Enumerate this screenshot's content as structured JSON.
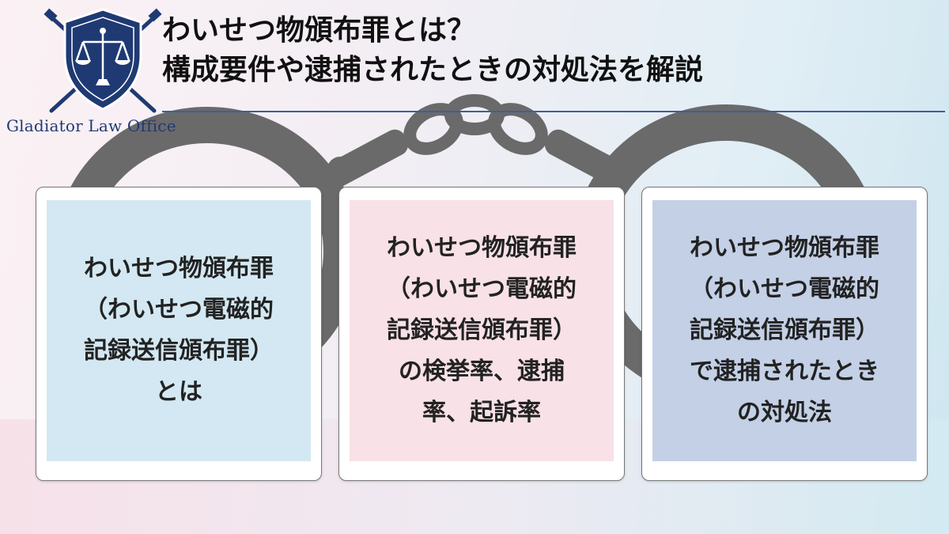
{
  "brand": {
    "name": "Gladiator Law Office"
  },
  "header": {
    "title_line1": "わいせつ物頒布罪とは？",
    "title_line2": "構成要件や逮捕されたときの対処法を解説"
  },
  "cards": [
    {
      "text": "わいせつ物頒布罪\n（わいせつ電磁的\n記録送信頒布罪）\nとは",
      "color": "#d3e8f2"
    },
    {
      "text": "わいせつ物頒布罪\n（わいせつ電磁的\n記録送信頒布罪）\nの検挙率、逮捕\n率、起訴率",
      "color": "#f8e1e7"
    },
    {
      "text": "わいせつ物頒布罪\n（わいせつ電磁的\n記録送信頒布罪）\nで逮捕されたとき\nの対処法",
      "color": "#c3d0e6"
    }
  ],
  "colors": {
    "handcuffs": "#6a6a6a",
    "logo_blue": "#1f3a73",
    "rule": "#3f5f95"
  }
}
